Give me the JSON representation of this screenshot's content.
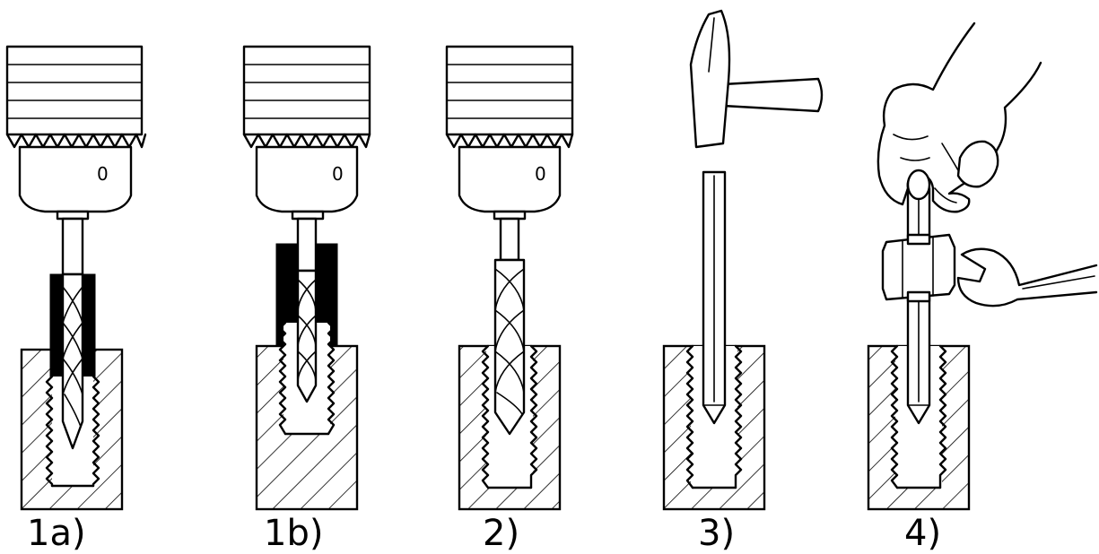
{
  "steps": [
    {
      "caption": "1a)",
      "dial": "0"
    },
    {
      "caption": "1b)",
      "dial": "0"
    },
    {
      "caption": "2)",
      "dial": "0"
    },
    {
      "caption": "3)"
    },
    {
      "caption": "4)"
    }
  ]
}
